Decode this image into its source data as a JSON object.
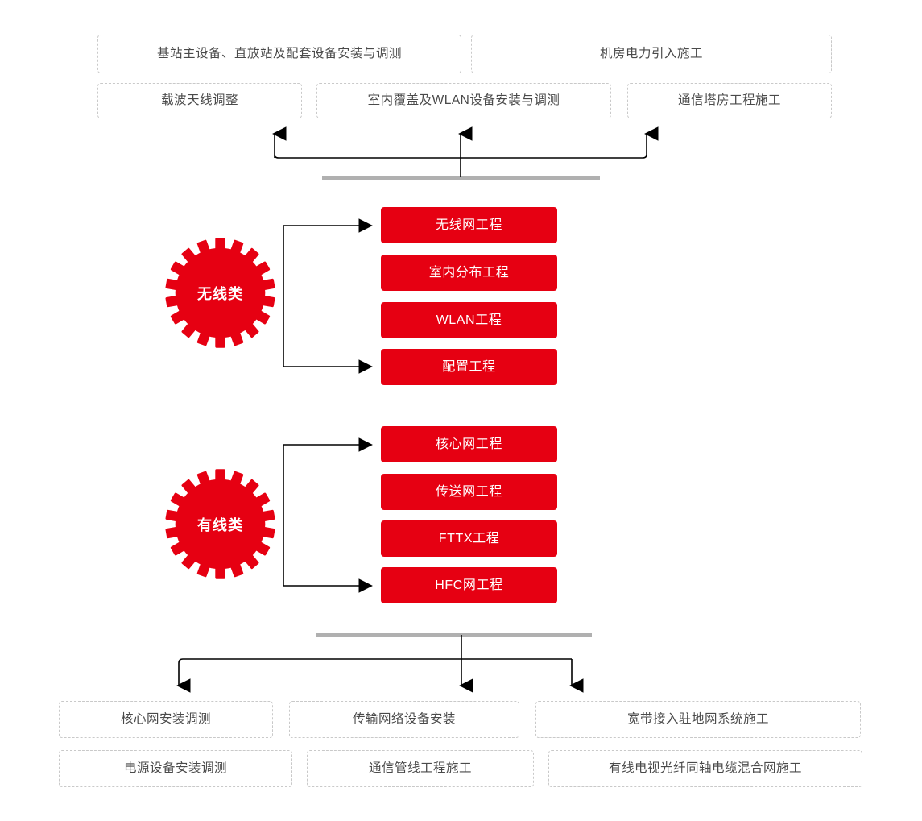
{
  "diagram": {
    "title_colors": {
      "accent_red": "#E60012",
      "bar_gray": "#b0b0b0",
      "dashed_border": "#c9c9c9",
      "text_gray": "#4a4a4a",
      "connector_black": "#000000"
    },
    "top_outputs": {
      "row1": [
        {
          "label": "基站主设备、直放站及配套设备安装与调测"
        },
        {
          "label": "机房电力引入施工"
        }
      ],
      "row2": [
        {
          "label": "载波天线调整"
        },
        {
          "label": "室内覆盖及WLAN设备安装与调测"
        },
        {
          "label": "通信塔房工程施工"
        }
      ]
    },
    "categories": [
      {
        "gear_label": "无线类",
        "gear_icon": "gear-icon",
        "items": [
          {
            "label": "无线网工程"
          },
          {
            "label": "室内分布工程"
          },
          {
            "label": "WLAN工程"
          },
          {
            "label": "配置工程"
          }
        ]
      },
      {
        "gear_label": "有线类",
        "gear_icon": "gear-icon",
        "items": [
          {
            "label": "核心网工程"
          },
          {
            "label": "传送网工程"
          },
          {
            "label": "FTTX工程"
          },
          {
            "label": "HFC网工程"
          }
        ]
      }
    ],
    "bottom_outputs": {
      "row1": [
        {
          "label": "核心网安装调测"
        },
        {
          "label": "传输网络设备安装"
        },
        {
          "label": "宽带接入驻地网系统施工"
        }
      ],
      "row2": [
        {
          "label": "电源设备安装调测"
        },
        {
          "label": "通信管线工程施工"
        },
        {
          "label": "有线电视光纤同轴电缆混合网施工"
        }
      ]
    }
  }
}
